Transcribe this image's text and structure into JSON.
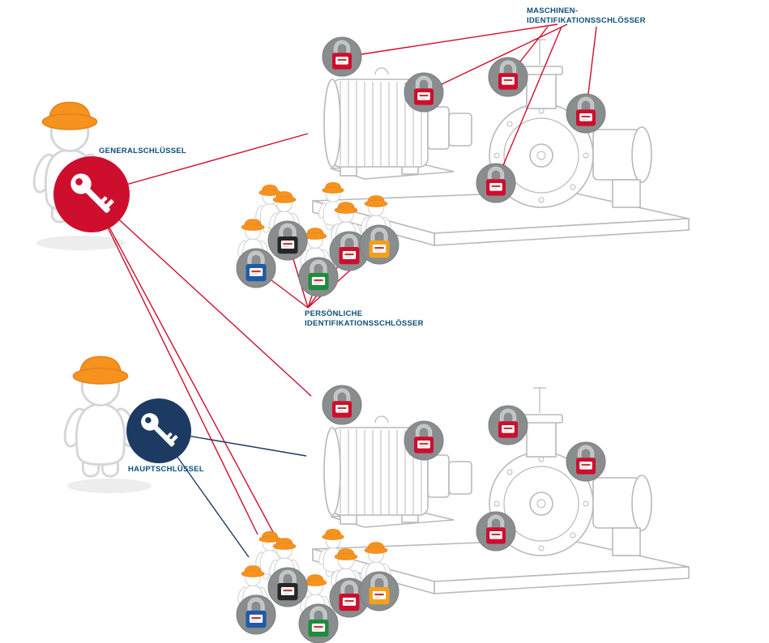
{
  "diagram": {
    "labels": {
      "machine_locks_line1": "MASCHINEN-",
      "machine_locks_line2": "IDENTIFIKATIONSSCHLÖSSER",
      "general_key": "GENERALSCHLÜSSEL",
      "personal_locks_line1": "PERSÖNLICHE",
      "personal_locks_line2": "IDENTIFIKATIONSSCHLÖSSER",
      "main_key": "HAUPTSCHLÜSSEL"
    }
  },
  "colors": {
    "red": "#ce0e2d",
    "navy": "#1d3a63",
    "label-blue": "#0d5078",
    "hat-orange": "#f6921e",
    "hat-stroke": "#e0811a",
    "badge-gray": "#8a8d8e",
    "lock-red": "#ce0e2d",
    "sketch-line": "#b9b9b9",
    "figure-stroke": "#d6d6d6"
  },
  "personal_lock_colors": [
    "#1f5aa8",
    "#262626",
    "#1e8c3c",
    "#ce0e2d",
    "#f6a01a"
  ]
}
